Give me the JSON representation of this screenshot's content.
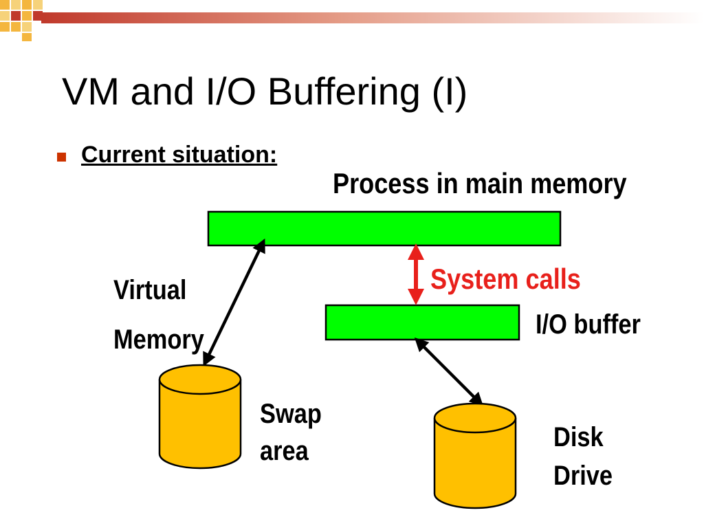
{
  "slide": {
    "title": "VM and I/O Buffering (I)",
    "bullet": "Current situation:"
  },
  "diagram": {
    "process_label": "Process in main memory",
    "virtual_memory_label": "Virtual Memory",
    "system_calls_label": "System calls",
    "io_buffer_label": "I/O buffer",
    "swap_area_label": "Swap area",
    "disk_drive_label": "Disk Drive"
  },
  "colors": {
    "bar_fill": "#00ff00",
    "cylinder_fill": "#ffc000",
    "system_calls": "#e8201b",
    "bullet": "#cc3300"
  }
}
